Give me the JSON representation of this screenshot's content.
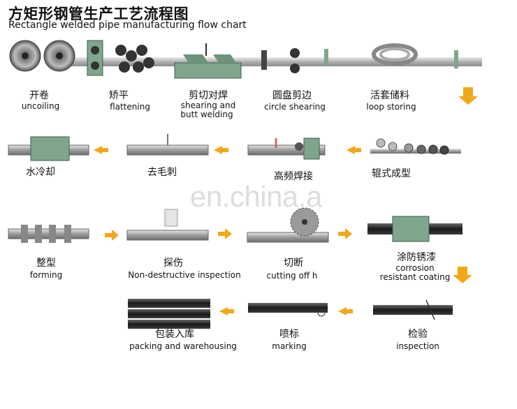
{
  "title_cn": "方矩形钢管生产工艺流程图",
  "title_en": "Rectangle welded pipe manufacturing flow chart",
  "watermark": "en.china.a",
  "colors": {
    "arrow": "#f0a818",
    "machine_green": "#7fa68c",
    "pipe_dark": "#1f1f1f",
    "pipe_grey": "#9a9a9a"
  },
  "steps": [
    {
      "cn": "开卷",
      "en": "uncoiling"
    },
    {
      "cn": "矫平",
      "en": "flattening"
    },
    {
      "cn": "剪切对焊",
      "en": "shearing and",
      "en2": "butt welding"
    },
    {
      "cn": "圆盘剪边",
      "en": "circle shearing"
    },
    {
      "cn": "活套储料",
      "en": "loop storing"
    },
    {
      "cn": "辊式成型",
      "en": ""
    },
    {
      "cn": "高频焊接",
      "en": ""
    },
    {
      "cn": "去毛刺",
      "en": ""
    },
    {
      "cn": "水冷却",
      "en": ""
    },
    {
      "cn": "整型",
      "en": "forming"
    },
    {
      "cn": "探伤",
      "en": "Non-destructive inspection"
    },
    {
      "cn": "切断",
      "en": "cutting off h"
    },
    {
      "cn": "涂防锈漆",
      "en": "corrosion",
      "en2": "resistant coating"
    },
    {
      "cn": "检验",
      "en": "inspection"
    },
    {
      "cn": "喷标",
      "en": "marking"
    },
    {
      "cn": "包装入库",
      "en": "packing and warehousing"
    }
  ]
}
